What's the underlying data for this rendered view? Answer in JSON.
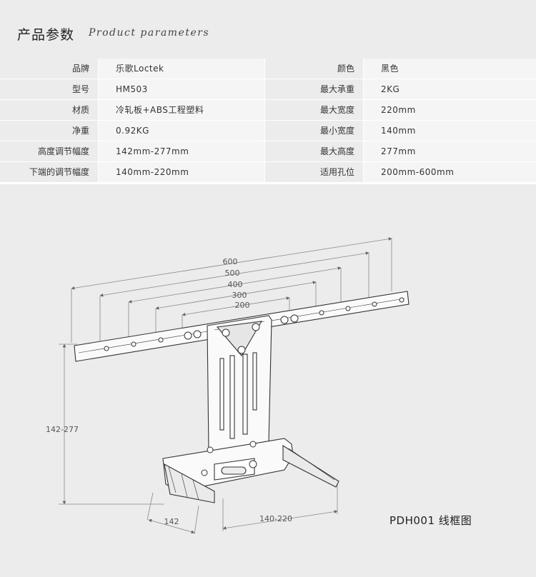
{
  "header": {
    "title_cn": "产品参数",
    "title_en": "Product parameters"
  },
  "specs": {
    "rows": [
      {
        "label_l": "品牌",
        "value_l": "乐歌Loctek",
        "label_r": "颜色",
        "value_r": "黑色"
      },
      {
        "label_l": "型号",
        "value_l": "HM503",
        "label_r": "最大承重",
        "value_r": "2KG"
      },
      {
        "label_l": "材质",
        "value_l": "冷轧板+ABS工程塑料",
        "label_r": "最大宽度",
        "value_r": "220mm"
      },
      {
        "label_l": "净重",
        "value_l": "0.92KG",
        "label_r": "最小宽度",
        "value_r": "140mm"
      },
      {
        "label_l": "高度调节幅度",
        "value_l": "142mm-277mm",
        "label_r": "最大高度",
        "value_r": "277mm"
      },
      {
        "label_l": "下端的调节幅度",
        "value_l": "140mm-220mm",
        "label_r": "适用孔位",
        "value_r": "200mm-600mm"
      }
    ]
  },
  "drawing": {
    "dimensions": {
      "d600": "600",
      "d500": "500",
      "d400": "400",
      "d300": "300",
      "d200": "200",
      "height": "142-277",
      "foot": "142",
      "base": "140-220"
    },
    "model_label": "PDH001 线框图"
  }
}
